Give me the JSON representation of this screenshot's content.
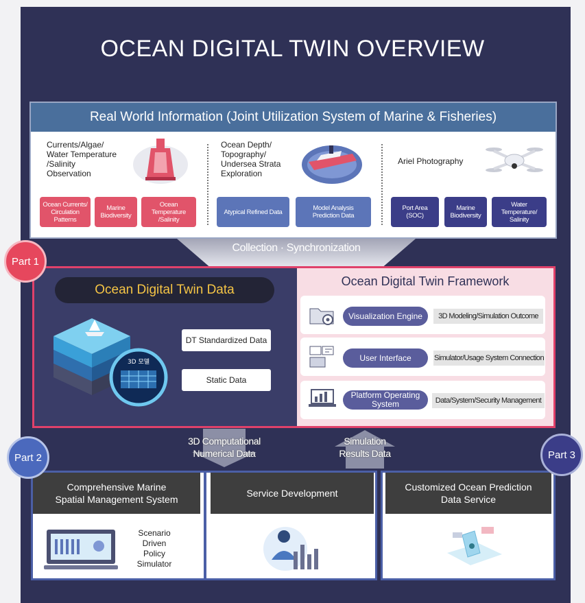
{
  "title": "OCEAN DIGITAL TWIN OVERVIEW",
  "real_world": {
    "heading": "Real World Information (Joint Utilization System of Marine & Fisheries)",
    "groups": [
      {
        "label": [
          "Currents/Algae/",
          "Water Temperature",
          "/Salinity",
          "Observation"
        ],
        "icon": "buoy-icon",
        "items": [
          [
            "Ocean Currents/",
            "Circulation",
            "Patterns"
          ],
          [
            "Marine",
            "Biodiversity"
          ],
          [
            "Ocean",
            "Temperature",
            "/Salinity"
          ]
        ]
      },
      {
        "label": [
          "Ocean Depth/",
          "Topography/",
          "Undersea Strata",
          "Exploration"
        ],
        "icon": "survey-ship-icon",
        "items": [
          [
            "Atypical Refined Data"
          ],
          [
            "Model Analysis",
            "Prediction Data"
          ]
        ]
      },
      {
        "label": [
          "Ariel Photography"
        ],
        "icon": "drone-icon",
        "items": [
          [
            "Port Area",
            "(SOC)"
          ],
          [
            "Marine",
            "Biodiversity"
          ],
          [
            "Water",
            "Temperature/",
            "Salinity"
          ]
        ]
      }
    ],
    "colors": {
      "pink": "#e1546a",
      "blue": "#5c75b8",
      "navy": "#3b3d88"
    }
  },
  "collection": "Collection · Synchronization",
  "parts": [
    "Part 1",
    "Part 2",
    "Part 3"
  ],
  "dt_data": {
    "title": "Ocean Digital Twin Data",
    "items": [
      "DT Standardized Data",
      "Static Data"
    ],
    "badge": "3D 모델"
  },
  "framework": {
    "title": "Ocean Digital Twin Framework",
    "rows": [
      {
        "label": "Visualization Engine",
        "desc": "3D Modeling/Simulation Outcome",
        "icon": "folder-gear-icon"
      },
      {
        "label": "User Interface",
        "desc": "Simulator/Usage System Connection",
        "icon": "dashboard-icon"
      },
      {
        "label": [
          "Platform Operating",
          "System"
        ],
        "desc": "Data/System/Security Management",
        "icon": "laptop-chart-icon"
      }
    ]
  },
  "arrows": {
    "down": [
      "3D Computational",
      "Numerical Data"
    ],
    "up": [
      "Simulation",
      "Results Data"
    ]
  },
  "services": [
    {
      "title": [
        "Comprehensive Marine",
        "Spatial Management System"
      ],
      "caption": [
        "Scenario",
        "Driven",
        "Policy",
        "Simulator"
      ]
    },
    {
      "title": [
        "Service Development"
      ]
    },
    {
      "title": [
        "Customized Ocean Prediction",
        "Data Service"
      ]
    }
  ]
}
